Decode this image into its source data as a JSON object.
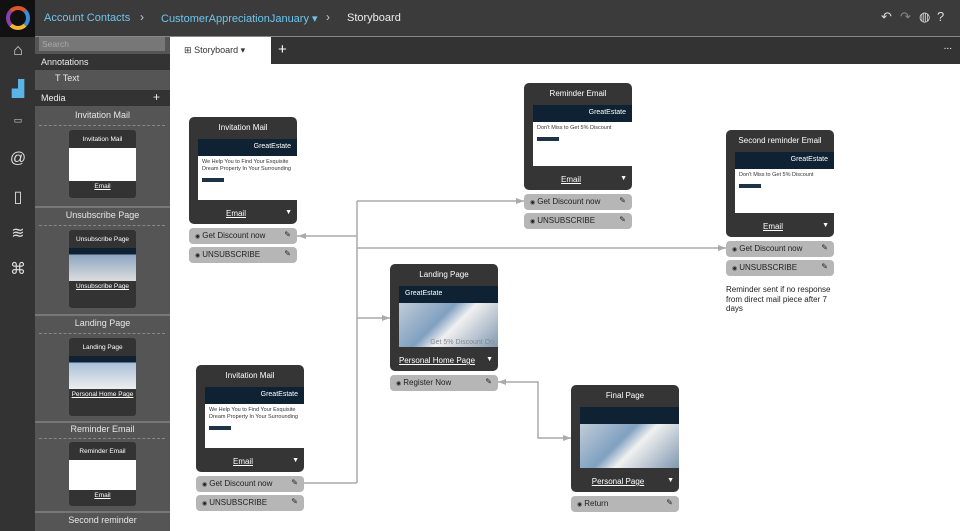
{
  "header": {
    "breadcrumbs": [
      "Account Contacts",
      "CustomerAppreciationJanuary",
      "Storyboard"
    ],
    "icons": [
      "undo-icon",
      "redo-icon",
      "globe-icon",
      "help-icon"
    ]
  },
  "rail": {
    "icons": [
      "home-icon",
      "chart-icon",
      "web-icon",
      "at-icon",
      "document-icon",
      "database-icon",
      "workflow-icon"
    ]
  },
  "sidebar": {
    "search_placeholder": "Search",
    "annotations": "Annotations",
    "text_item": "Text",
    "media": "Media",
    "items": [
      {
        "title": "Invitation Mail",
        "card": "Invitation Mail",
        "footer": "Email"
      },
      {
        "title": "Unsubscribe Page",
        "card": "Unsubscribe Page",
        "footer": "Unsubscribe Page"
      },
      {
        "title": "Landing Page",
        "card": "Landing Page",
        "footer": "Personal Home Page"
      },
      {
        "title": "Reminder Email",
        "card": "Reminder Email",
        "footer": "Email"
      },
      {
        "title": "Second reminder"
      }
    ]
  },
  "tabs": {
    "active": "Storyboard",
    "add": "+",
    "more": "..."
  },
  "brand": "GreatEstate",
  "nodes": {
    "inv1": {
      "title": "Invitation Mail",
      "body": "We Help You to Find Your Exquisite Dream Property In Your Surrounding",
      "footer": "Email",
      "actions": [
        "Get Discount now",
        "UNSUBSCRIBE"
      ]
    },
    "rem": {
      "title": "Reminder Email",
      "body": "Don't Miss to Get 5% Discount",
      "footer": "Email",
      "actions": [
        "Get Discount now",
        "UNSUBSCRIBE"
      ]
    },
    "rem2": {
      "title": "Second reminder Email",
      "body": "Don't Miss to Get 5% Discount",
      "footer": "Email",
      "actions": [
        "Get Discount now",
        "UNSUBSCRIBE"
      ]
    },
    "land": {
      "title": "Landing Page",
      "body": "Get 5% Discount On",
      "footer": "Personal Home Page",
      "actions": [
        "Register Now"
      ]
    },
    "inv2": {
      "title": "Invitation Mail",
      "body": "We Help You to Find Your Exquisite Dream Property In Your Surrounding",
      "footer": "Email",
      "actions": [
        "Get Discount now",
        "UNSUBSCRIBE"
      ]
    },
    "final": {
      "title": "Final Page",
      "footer": "Personal Page",
      "actions": [
        "Return"
      ]
    }
  },
  "note": "Reminder sent if no response from direct mail piece after 7 days"
}
